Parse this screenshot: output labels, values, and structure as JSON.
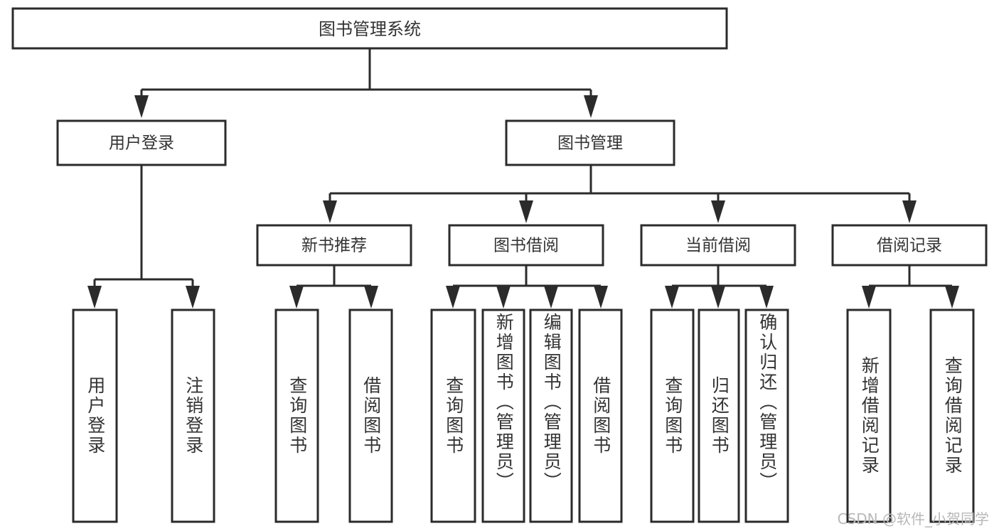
{
  "diagram": {
    "title": "图书管理系统",
    "type": "tree-hierarchy",
    "watermark": "CSDN @软件_小贺同学",
    "colors": {
      "stroke": "#2b2b2b",
      "box_fill": "#ffffff",
      "text": "#333333",
      "background": "#ffffff",
      "watermark": "#b8b8b8"
    },
    "levels": {
      "root": {
        "label": "图书管理系统"
      },
      "level2": [
        {
          "id": "user-login",
          "label": "用户登录"
        },
        {
          "id": "book-manage",
          "label": "图书管理"
        }
      ],
      "level3": [
        {
          "id": "new-book-recommend",
          "label": "新书推荐",
          "parent": "book-manage"
        },
        {
          "id": "book-borrow",
          "label": "图书借阅",
          "parent": "book-manage"
        },
        {
          "id": "current-borrow",
          "label": "当前借阅",
          "parent": "book-manage"
        },
        {
          "id": "borrow-record",
          "label": "借阅记录",
          "parent": "book-manage"
        }
      ],
      "leaves": [
        {
          "id": "leaf-user-login",
          "label": "用户登录",
          "parent": "user-login"
        },
        {
          "id": "leaf-user-logout",
          "label": "注销登录",
          "parent": "user-login"
        },
        {
          "id": "leaf-query-book-1",
          "label": "查询图书",
          "parent": "new-book-recommend"
        },
        {
          "id": "leaf-borrow-book-1",
          "label": "借阅图书",
          "parent": "new-book-recommend"
        },
        {
          "id": "leaf-query-book-2",
          "label": "查询图书",
          "parent": "book-borrow"
        },
        {
          "id": "leaf-add-book",
          "label": "新增图书（管理员）",
          "parent": "book-borrow"
        },
        {
          "id": "leaf-edit-book",
          "label": "编辑图书（管理员）",
          "parent": "book-borrow"
        },
        {
          "id": "leaf-borrow-book-2",
          "label": "借阅图书",
          "parent": "book-borrow"
        },
        {
          "id": "leaf-query-book-3",
          "label": "查询图书",
          "parent": "current-borrow"
        },
        {
          "id": "leaf-return-book",
          "label": "归还图书",
          "parent": "current-borrow"
        },
        {
          "id": "leaf-confirm-return",
          "label": "确认归还（管理员）",
          "parent": "current-borrow"
        },
        {
          "id": "leaf-add-record",
          "label": "新增借阅记录",
          "parent": "borrow-record"
        },
        {
          "id": "leaf-query-record",
          "label": "查询借阅记录",
          "parent": "borrow-record"
        }
      ]
    }
  }
}
